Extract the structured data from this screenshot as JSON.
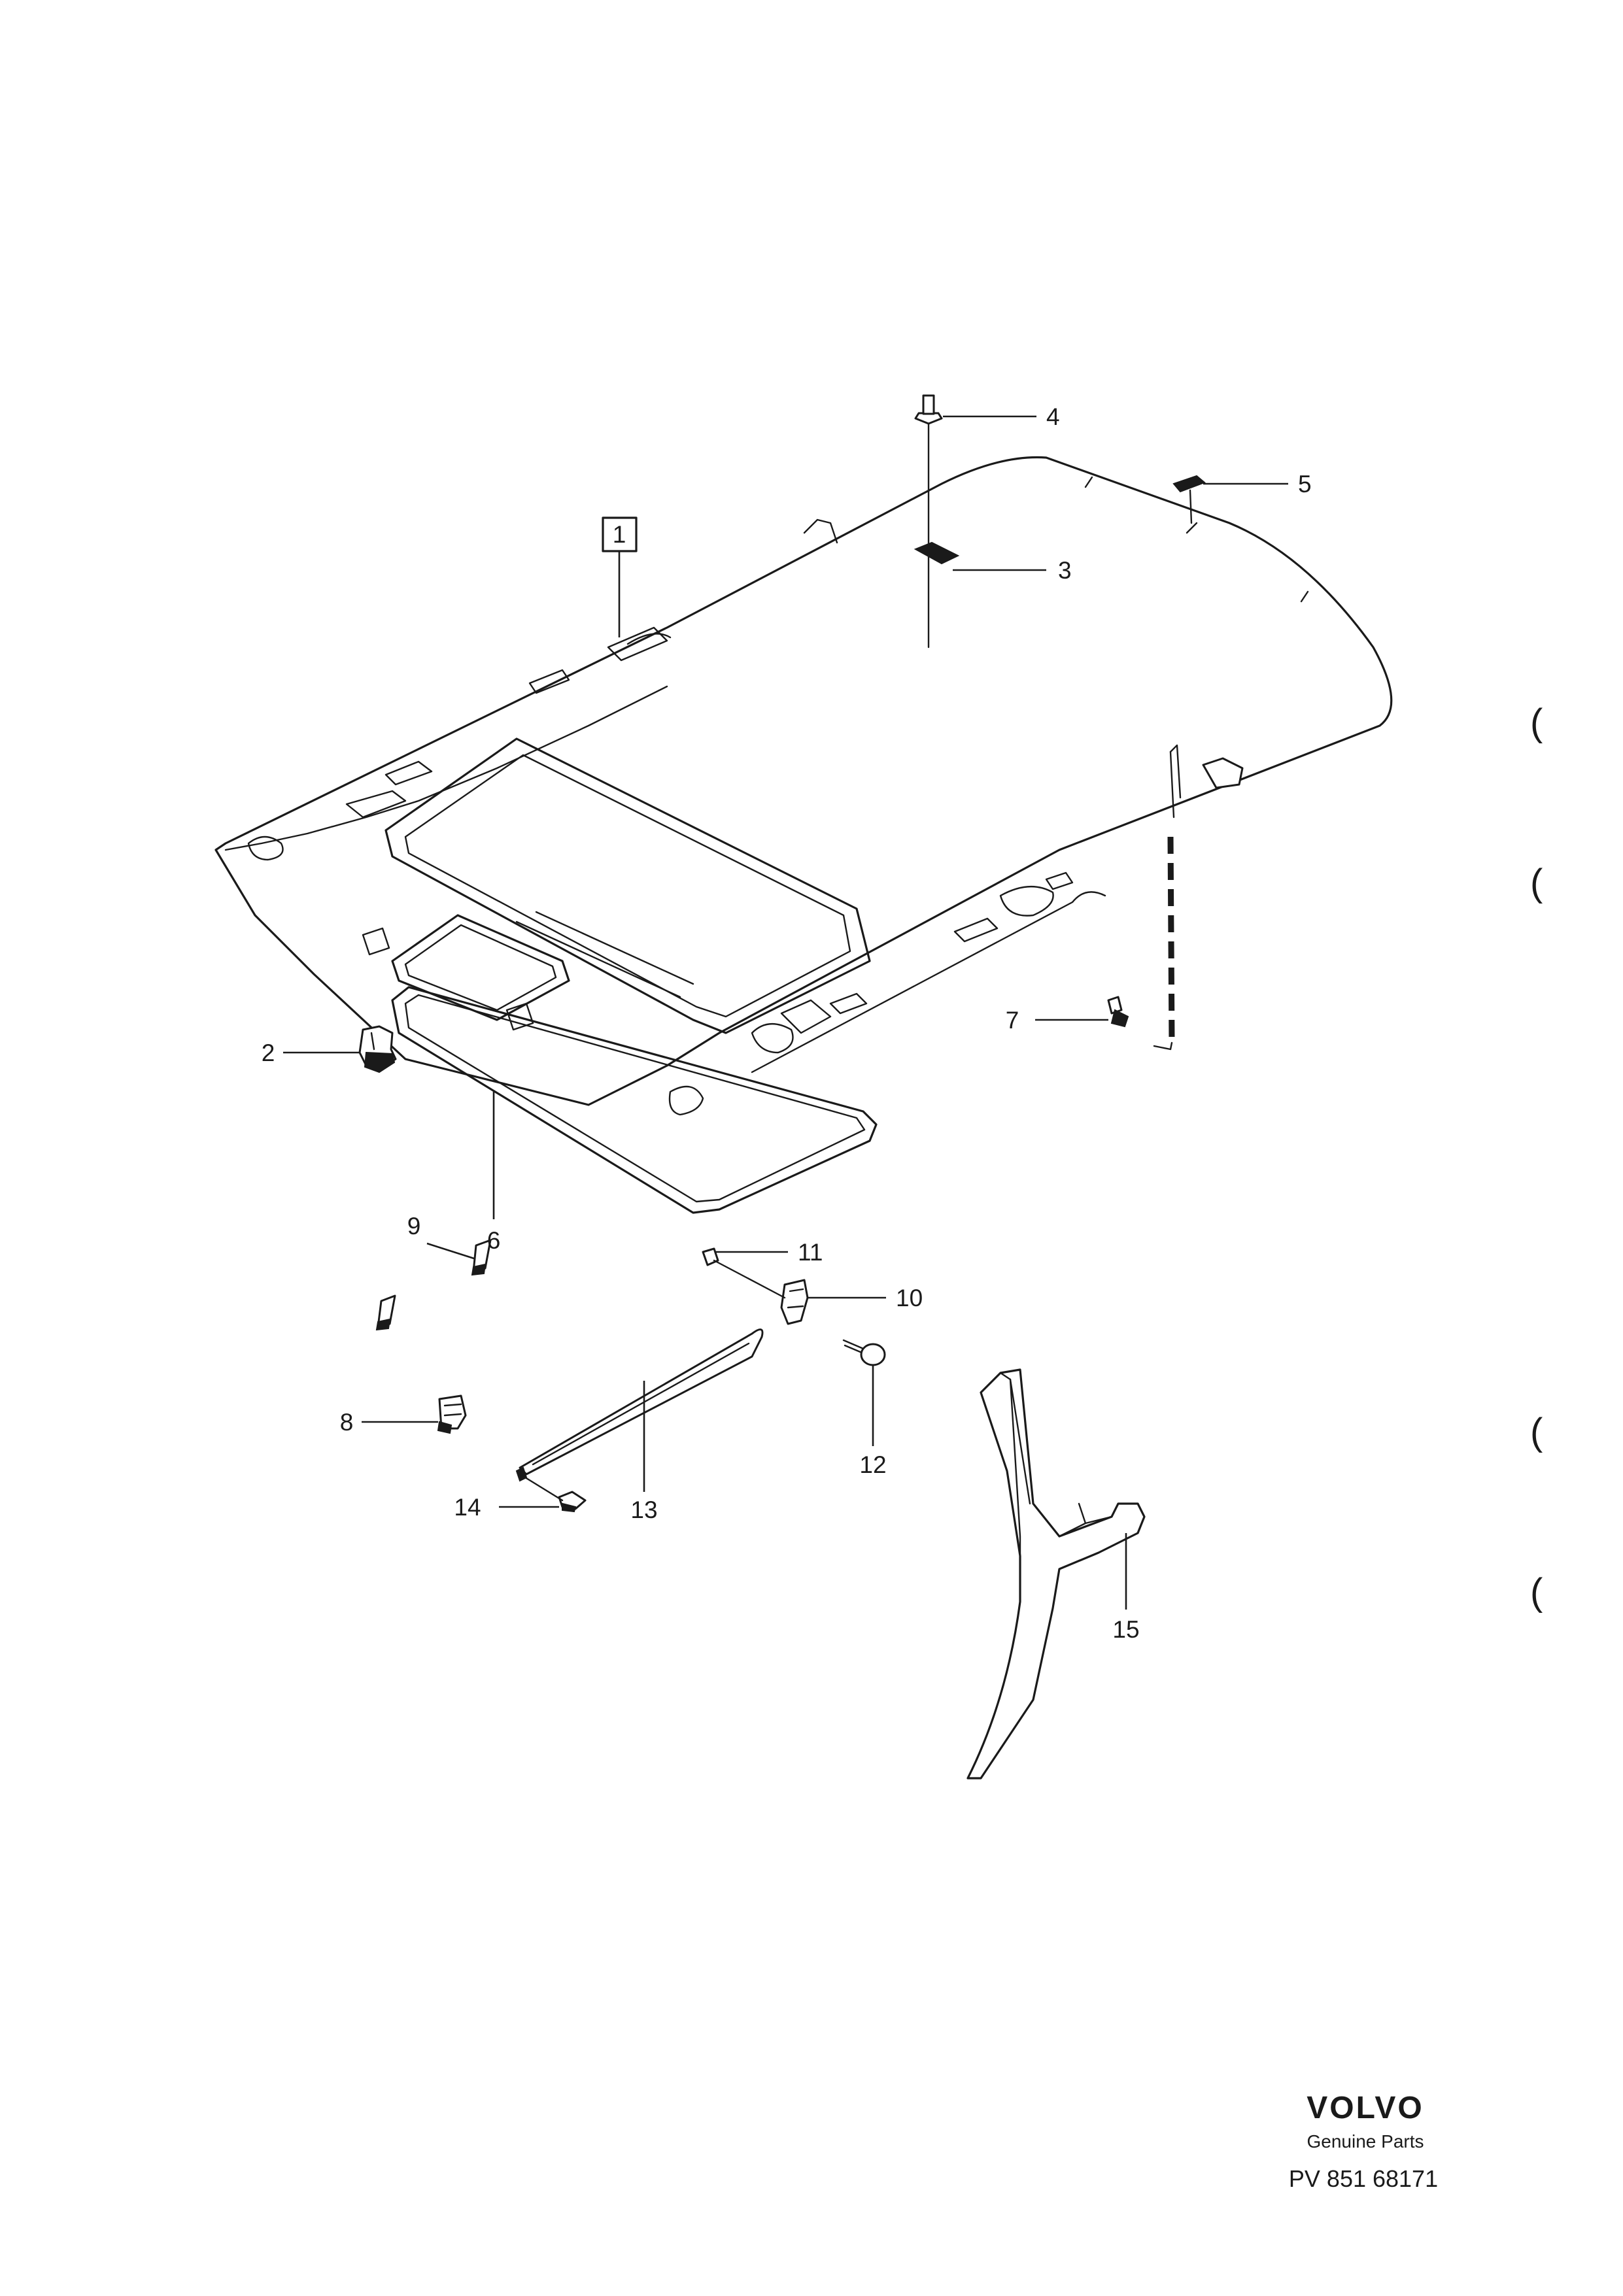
{
  "diagram": {
    "labels": {
      "l1": "1",
      "l2": "2",
      "l3": "3",
      "l4": "4",
      "l5": "5",
      "l6": "6",
      "l7": "7",
      "l8": "8",
      "l9": "9",
      "l10": "10",
      "l11": "11",
      "l12": "12",
      "l13": "13",
      "l14": "14",
      "l15": "15"
    }
  },
  "footer": {
    "brand": "VOLVO",
    "tagline": "Genuine Parts",
    "reference": "PV 851 68171"
  },
  "margin_marks": [
    "(",
    "(",
    "(",
    "("
  ],
  "colors": {
    "ink": "#1a1a1a",
    "paper": "#ffffff"
  }
}
